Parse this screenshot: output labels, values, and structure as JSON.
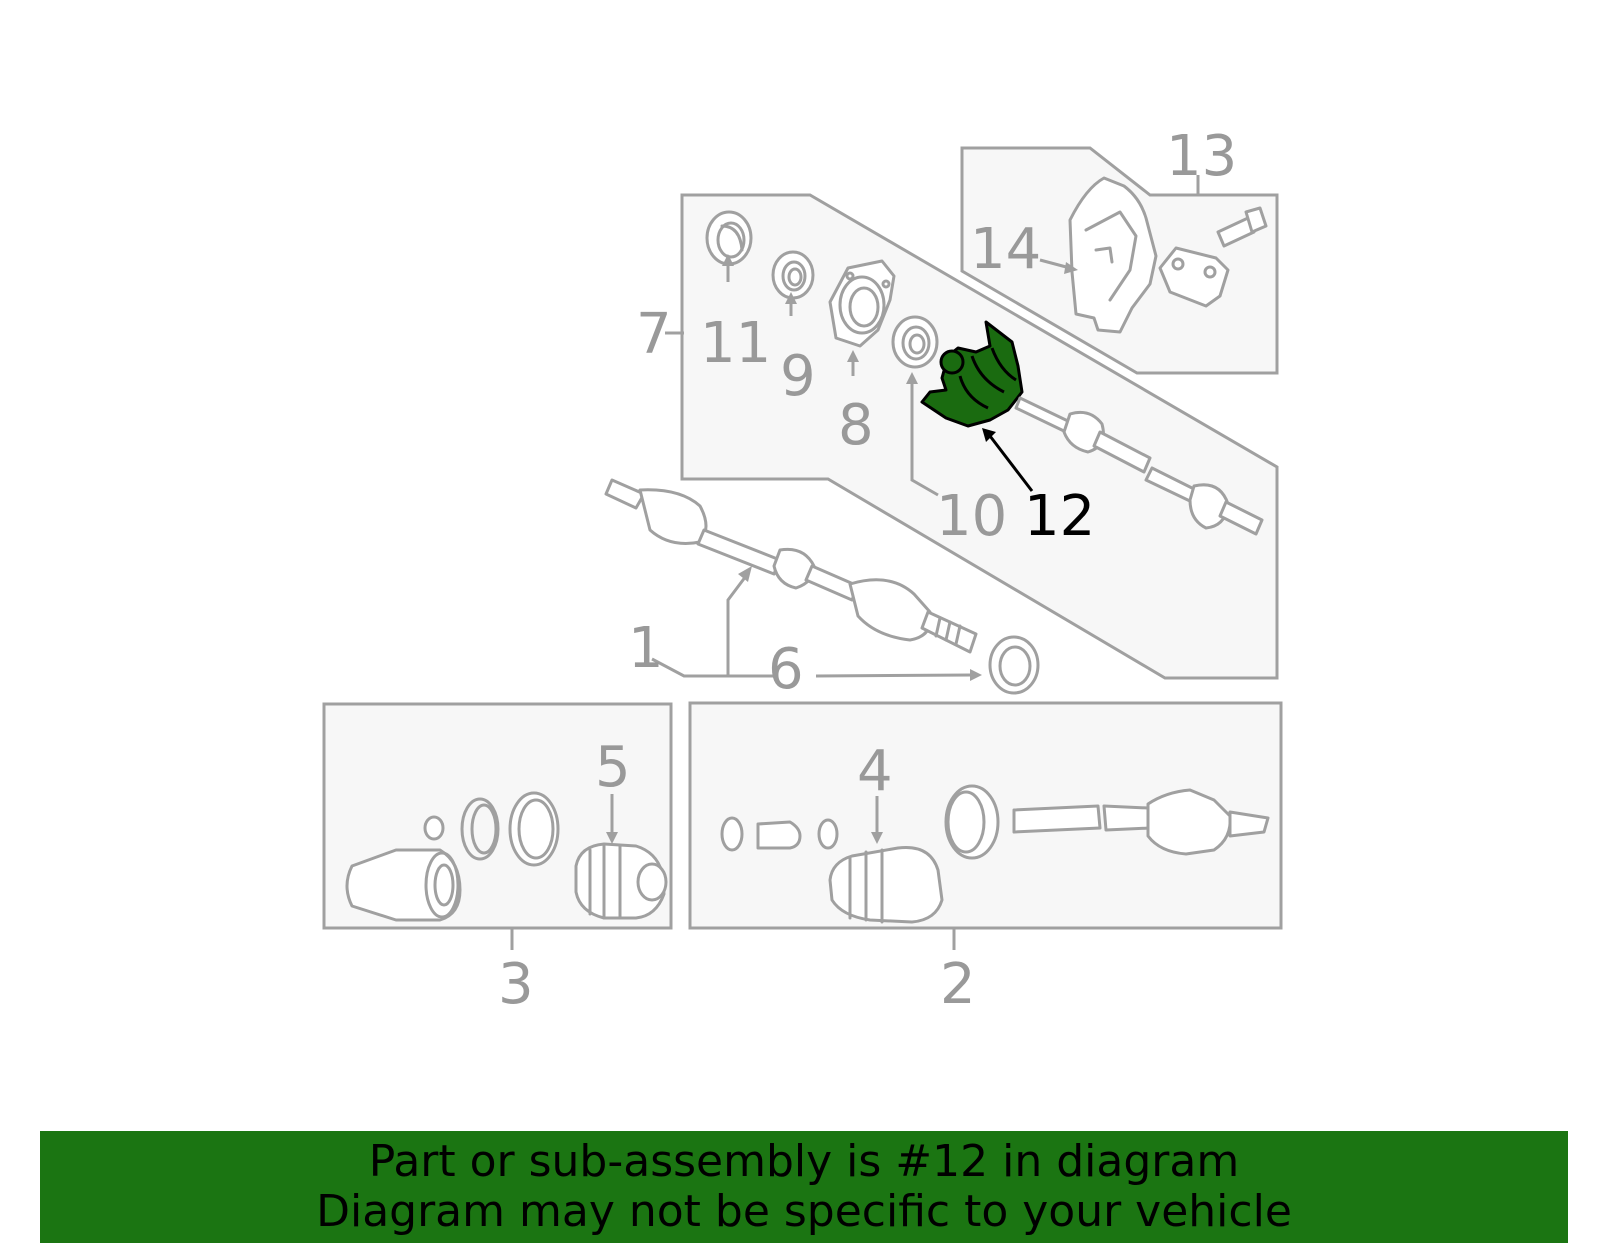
{
  "diagram": {
    "highlight_color": "#1a6b10",
    "callouts": {
      "c1": "1",
      "c2": "2",
      "c3": "3",
      "c4": "4",
      "c5": "5",
      "c6": "6",
      "c7": "7",
      "c8": "8",
      "c9": "9",
      "c10": "10",
      "c11": "11",
      "c12": "12",
      "c13": "13",
      "c14": "14"
    },
    "highlighted_part": "12"
  },
  "banner": {
    "line1": "Part or sub-assembly is #12 in diagram",
    "line2": "Diagram may not be specific to your vehicle",
    "background": "#1b7512"
  }
}
